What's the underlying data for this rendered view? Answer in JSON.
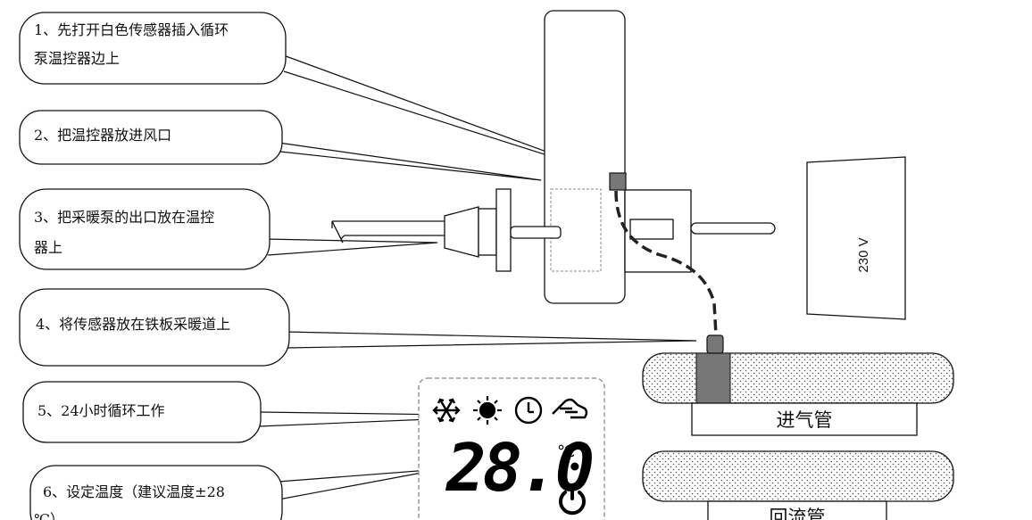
{
  "callouts": [
    {
      "id": "step1",
      "lines": [
        "1、先打开白色传感器插入循环",
        "泵温控器边上"
      ]
    },
    {
      "id": "step2",
      "lines": [
        "2、把温控器放进风口"
      ]
    },
    {
      "id": "step3",
      "lines": [
        "3、把采暖泵的出口放在温控",
        "器上"
      ]
    },
    {
      "id": "step4",
      "lines": [
        "4、将传感器放在铁板采暖道上"
      ]
    },
    {
      "id": "step5",
      "lines": [
        "5、24小时循环工作"
      ]
    },
    {
      "id": "step6",
      "lines": [
        "6、设定温度（建议温度±28",
        "℃）"
      ]
    }
  ],
  "voltage_label": "230 V",
  "pipes": {
    "inlet": "进气管",
    "return": "回流管"
  },
  "display": {
    "temperature": "28.0",
    "unit": "℃"
  },
  "icons": [
    "snowflake-icon",
    "sun-icon",
    "clock-icon",
    "hand-icon",
    "power-icon"
  ]
}
